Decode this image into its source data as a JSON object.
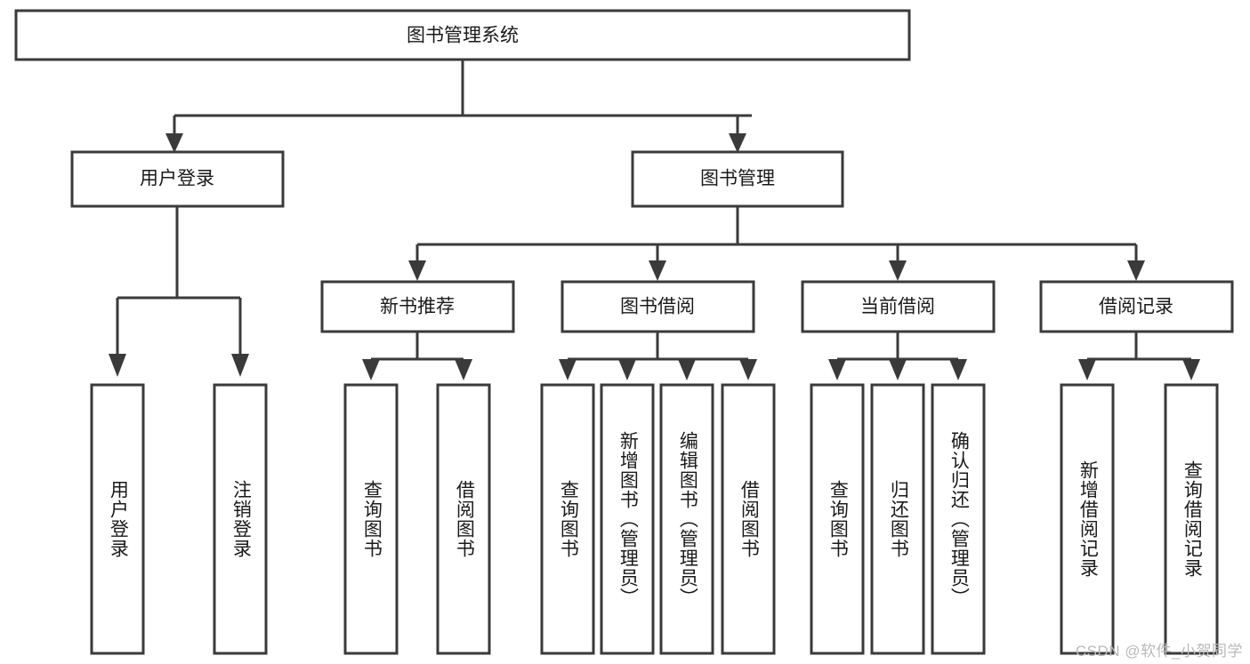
{
  "diagram": {
    "type": "tree",
    "title": "图书管理系统",
    "background_color": "#ffffff",
    "line_color": "#3a3a3a",
    "text_color": "#1a1a1a",
    "root": {
      "label": "图书管理系统"
    },
    "level2": [
      {
        "label": "用户登录"
      },
      {
        "label": "图书管理"
      }
    ],
    "level3": [
      {
        "label": "新书推荐"
      },
      {
        "label": "图书借阅"
      },
      {
        "label": "当前借阅"
      },
      {
        "label": "借阅记录"
      }
    ],
    "leaves": {
      "user_login": [
        {
          "label": "用户登录"
        },
        {
          "label": "注销登录"
        }
      ],
      "new_book_recommend": [
        {
          "label": "查询图书"
        },
        {
          "label": "借阅图书"
        }
      ],
      "book_borrow": [
        {
          "label": "查询图书"
        },
        {
          "label": "新增图书（管理员）"
        },
        {
          "label": "编辑图书（管理员）"
        },
        {
          "label": "借阅图书"
        }
      ],
      "current_borrow": [
        {
          "label": "查询图书"
        },
        {
          "label": "归还图书"
        },
        {
          "label": "确认归还（管理员）"
        }
      ],
      "borrow_record": [
        {
          "label": "新增借阅记录"
        },
        {
          "label": "查询借阅记录"
        }
      ]
    }
  },
  "watermark": {
    "text": "CSDN @软件_小贺同学"
  }
}
